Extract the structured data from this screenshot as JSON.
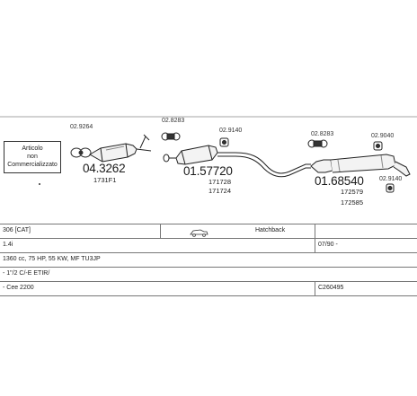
{
  "box": {
    "line1": "Articolo",
    "line2": "non",
    "line3": "Commercializzato"
  },
  "parts": [
    {
      "ref": "02.9264"
    },
    {
      "number": "04.3262",
      "ref": "1731F1"
    },
    {
      "ref": "02.8283"
    },
    {
      "ref": "02.9140"
    },
    {
      "number": "01.57720",
      "ref1": "171728",
      "ref2": "171724"
    },
    {
      "ref": "02.8283"
    },
    {
      "ref": "02.9040"
    },
    {
      "number": "01.68540",
      "ref1": "172579",
      "ref2": "172585"
    },
    {
      "ref": "02.9140"
    }
  ],
  "table": {
    "model": "306 [CAT]",
    "body": "Hatchback",
    "engine": "1.4i",
    "date": "07/90 -",
    "spec": "1360 cc, 75 HP, 55 KW, MF TU3JP",
    "spec2": "- 1\"/2 C/-E ETIR/",
    "code": "- Cee 2200",
    "catalog": "C260495"
  }
}
